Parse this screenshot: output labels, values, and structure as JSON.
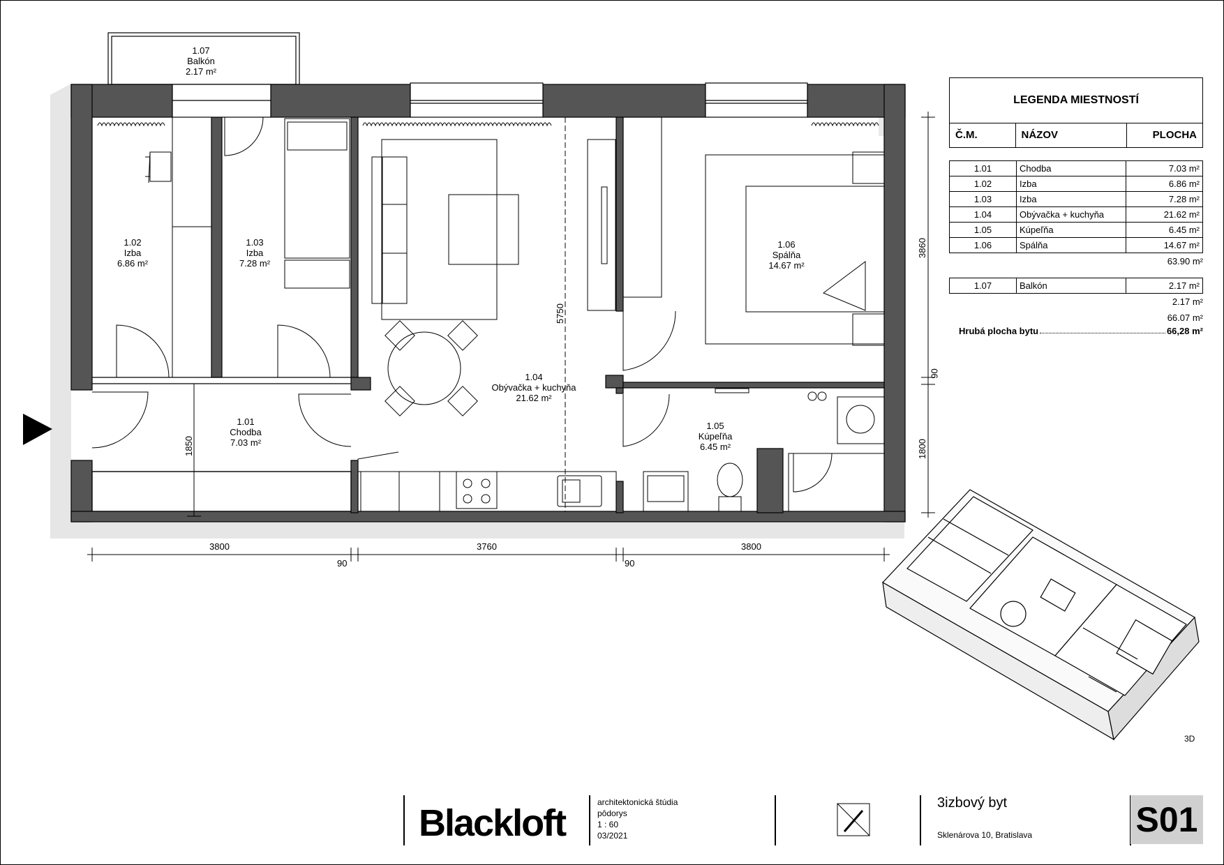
{
  "rooms": [
    {
      "id": "1.07",
      "name": "Balkón",
      "area": "2.17 m²"
    },
    {
      "id": "1.02",
      "name": "Izba",
      "area": "6.86 m²"
    },
    {
      "id": "1.03",
      "name": "Izba",
      "area": "7.28 m²"
    },
    {
      "id": "1.04",
      "name": "Obývačka + kuchyňa",
      "area": "21.62 m²"
    },
    {
      "id": "1.06",
      "name": "Spálňa",
      "area": "14.67 m²"
    },
    {
      "id": "1.01",
      "name": "Chodba",
      "area": "7.03 m²"
    },
    {
      "id": "1.05",
      "name": "Kúpeľňa",
      "area": "6.45 m²"
    }
  ],
  "dimensions": {
    "bottom": [
      "3800",
      "90",
      "3760",
      "90",
      "3800"
    ],
    "v_living": "5750",
    "v_corridor": "1850",
    "right": [
      "3860",
      "90",
      "1800"
    ]
  },
  "legend": {
    "title": "LEGENDA MIESTNOSTÍ",
    "headers": [
      "Č.M.",
      "NÁZOV",
      "PLOCHA"
    ],
    "rows": [
      [
        "1.01",
        "Chodba",
        "7.03 m²"
      ],
      [
        "1.02",
        "Izba",
        "6.86 m²"
      ],
      [
        "1.03",
        "Izba",
        "7.28 m²"
      ],
      [
        "1.04",
        "Obývačka + kuchyňa",
        "21.62 m²"
      ],
      [
        "1.05",
        "Kúpeľňa",
        "6.45 m²"
      ],
      [
        "1.06",
        "Spálňa",
        "14.67 m²"
      ]
    ],
    "subtotal1": "63.90 m²",
    "rows2": [
      [
        "1.07",
        "Balkón",
        "2.17 m²"
      ]
    ],
    "subtotal2": "2.17 m²",
    "total": "66.07 m²",
    "gross_label": "Hrubá plocha bytu",
    "gross_value": "66,28 m²"
  },
  "view3d_label": "3D",
  "titleblock": {
    "brand": "Blackloft",
    "lines": [
      "architektonická štúdia",
      "pôdorys",
      "1 : 60",
      "03/2021"
    ],
    "apartment": "3izbový byt",
    "address": "Sklenárova 10, Bratislava",
    "sheet": "S01"
  },
  "colors": {
    "wall": "#555555",
    "shadow": "#e6e6e6",
    "accent": "#d0d0d0"
  }
}
